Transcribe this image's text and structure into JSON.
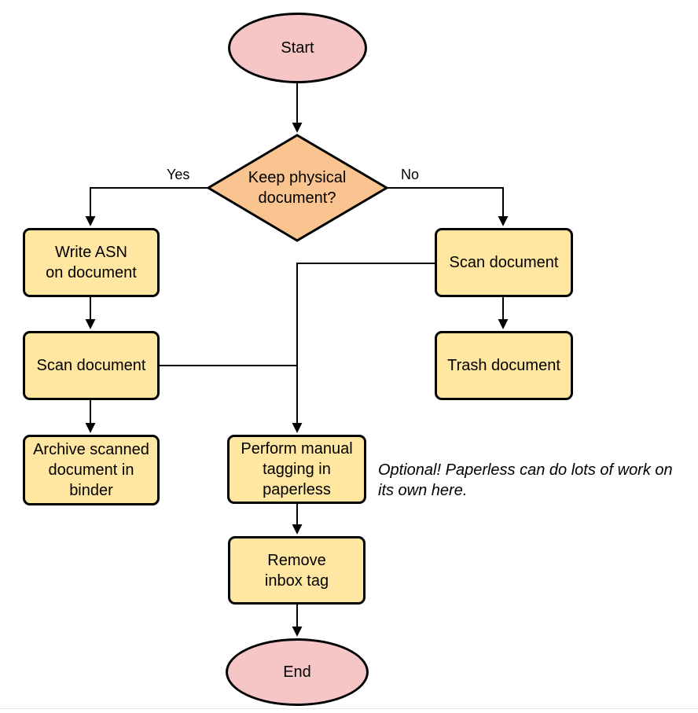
{
  "diagram": {
    "type": "flowchart",
    "nodes": {
      "start": {
        "label": "Start",
        "shape": "terminator"
      },
      "decision": {
        "label": [
          "Keep physical",
          "document?"
        ],
        "shape": "decision"
      },
      "write_asn": {
        "label": [
          "Write ASN",
          "on document"
        ],
        "shape": "process"
      },
      "scan_no": {
        "label": "Scan document",
        "shape": "process"
      },
      "scan_yes": {
        "label": "Scan document",
        "shape": "process"
      },
      "trash": {
        "label": "Trash document",
        "shape": "process"
      },
      "archive": {
        "label": [
          "Archive scanned",
          "document in",
          "binder"
        ],
        "shape": "process"
      },
      "perform": {
        "label": [
          "Perform manual",
          "tagging in",
          "paperless"
        ],
        "shape": "process"
      },
      "remove": {
        "label": [
          "Remove",
          "inbox tag"
        ],
        "shape": "process"
      },
      "end": {
        "label": "End",
        "shape": "terminator"
      }
    },
    "edge_labels": {
      "yes": "Yes",
      "no": "No"
    },
    "note": [
      "Optional! Paperless can do lots of work on",
      "its own here."
    ],
    "colors": {
      "terminator_fill": "#f6c6c6",
      "decision_fill": "#f9c48f",
      "process_fill": "#ffe6a1",
      "border": "#000000",
      "line": "#000000",
      "text": "#000000",
      "bottom_divider": "#e9e6e6"
    }
  }
}
